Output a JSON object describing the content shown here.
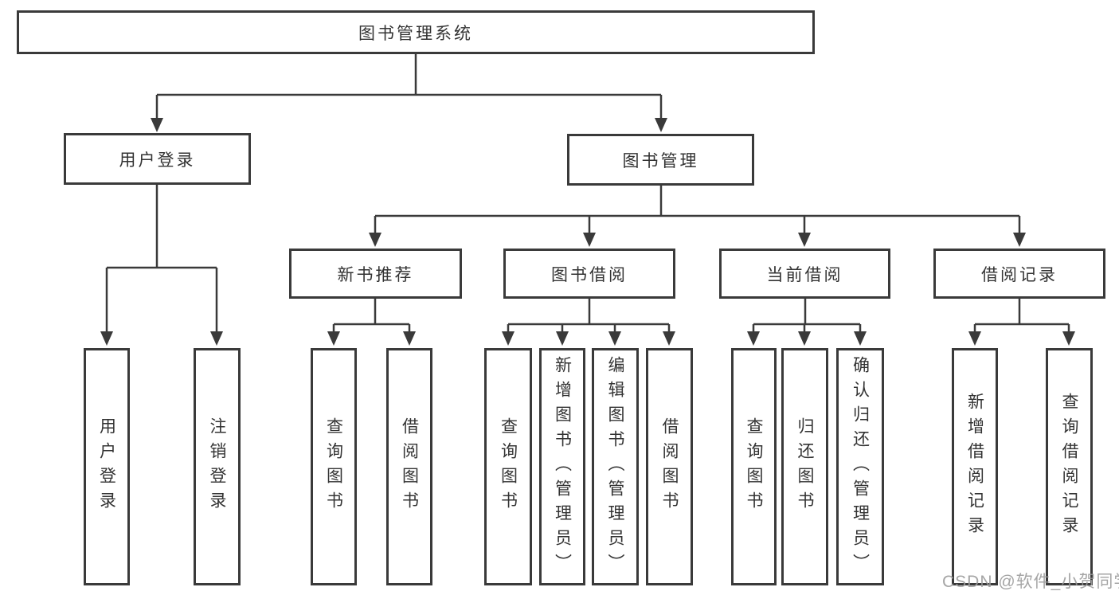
{
  "diagram": {
    "root": {
      "label": "图书管理系统"
    },
    "level2": [
      {
        "label": "用户登录"
      },
      {
        "label": "图书管理"
      }
    ],
    "level3": [
      {
        "label": "新书推荐",
        "parent": "图书管理"
      },
      {
        "label": "图书借阅",
        "parent": "图书管理"
      },
      {
        "label": "当前借阅",
        "parent": "图书管理"
      },
      {
        "label": "借阅记录",
        "parent": "图书管理"
      }
    ],
    "leaves": [
      {
        "label": "用户登录",
        "parent": "用户登录"
      },
      {
        "label": "注销登录",
        "parent": "用户登录"
      },
      {
        "label": "查询图书",
        "parent": "新书推荐"
      },
      {
        "label": "借阅图书",
        "parent": "新书推荐"
      },
      {
        "label": "查询图书",
        "parent": "图书借阅"
      },
      {
        "label": "新增图书（管理员）",
        "parent": "图书借阅"
      },
      {
        "label": "编辑图书（管理员）",
        "parent": "图书借阅"
      },
      {
        "label": "借阅图书",
        "parent": "图书借阅"
      },
      {
        "label": "查询图书",
        "parent": "当前借阅"
      },
      {
        "label": "归还图书",
        "parent": "当前借阅"
      },
      {
        "label": "确认归还（管理员）",
        "parent": "当前借阅"
      },
      {
        "label": "新增借阅记录",
        "parent": "借阅记录"
      },
      {
        "label": "查询借阅记录",
        "parent": "借阅记录"
      }
    ]
  },
  "watermark": {
    "text": "CSDN @软件_小贺同学"
  },
  "colors": {
    "line": "#3a3a3a",
    "box_border": "#3a3a3a",
    "text": "#333333",
    "watermark": "#9b9b9b",
    "background": "#ffffff"
  }
}
